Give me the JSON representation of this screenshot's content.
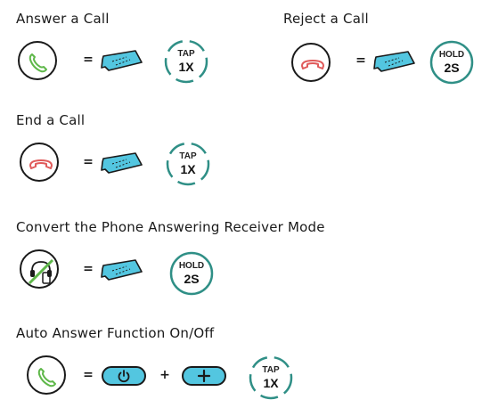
{
  "colors": {
    "accept_green": "#5fb84a",
    "reject_red": "#e05a5a",
    "device_blue": "#53c6e0",
    "badge_teal": "#2f8f86",
    "outline": "#1a1a1a"
  },
  "sections": [
    {
      "title": "Answer a Call",
      "phone": "answer-phone-icon",
      "equals": "=",
      "badge": {
        "line1": "TAP",
        "line2": "1X",
        "style": "dashed"
      }
    },
    {
      "title": "Reject a Call",
      "phone": "reject-phone-icon",
      "equals": "=",
      "badge": {
        "line1": "HOLD",
        "line2": "2S",
        "style": "solid"
      }
    },
    {
      "title": "End a Call",
      "phone": "end-phone-icon",
      "equals": "=",
      "badge": {
        "line1": "TAP",
        "line2": "1X",
        "style": "dashed"
      }
    },
    {
      "title": "Convert the Phone Answering Receiver Mode",
      "phone": "receiver-mode-icon",
      "equals": "=",
      "badge": {
        "line1": "HOLD",
        "line2": "2S",
        "style": "solid"
      }
    },
    {
      "title": "Auto Answer Function On/Off",
      "phone": "answer-phone-icon",
      "equals": "=",
      "plus": "+",
      "buttons": [
        "power-icon",
        "plus-icon"
      ],
      "badge": {
        "line1": "TAP",
        "line2": "1X",
        "style": "dashed"
      }
    }
  ]
}
